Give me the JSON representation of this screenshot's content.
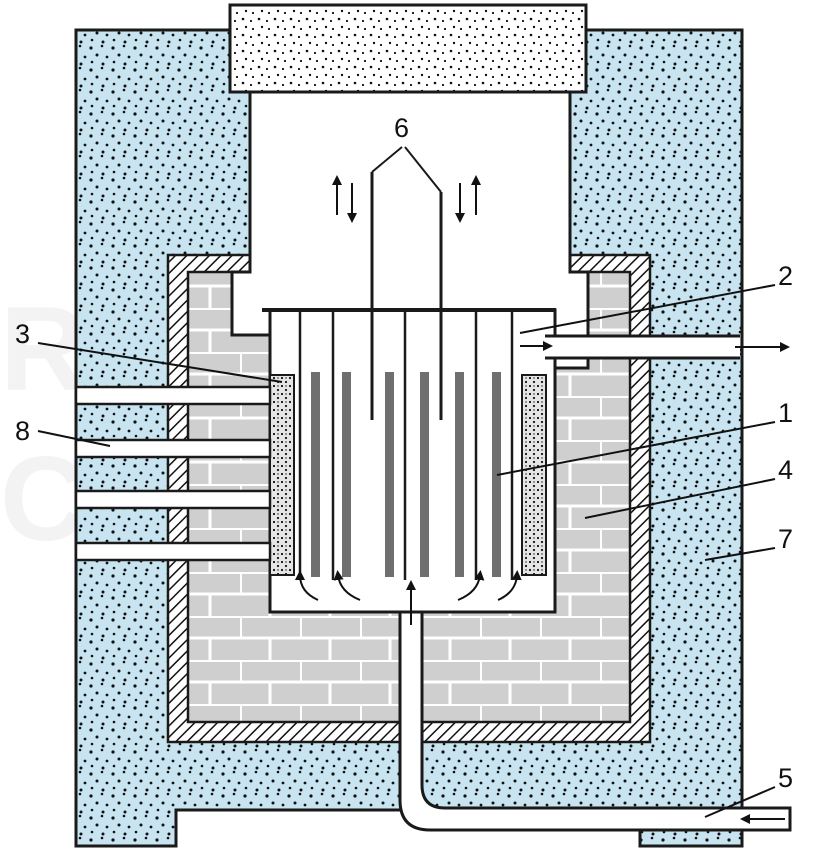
{
  "labels": {
    "l1": "1",
    "l2": "2",
    "l3": "3",
    "l4": "4",
    "l5": "5",
    "l6": "6",
    "l7": "7",
    "l8": "8"
  },
  "colors": {
    "concrete": "#c8e4f0",
    "brick_fill": "#cfcfcf",
    "brick_line": "#ffffff",
    "lid": "#ffffff",
    "reflector": "#e6e6e6",
    "rod": "#6f6f6f",
    "outline": "#1a1a1a"
  }
}
